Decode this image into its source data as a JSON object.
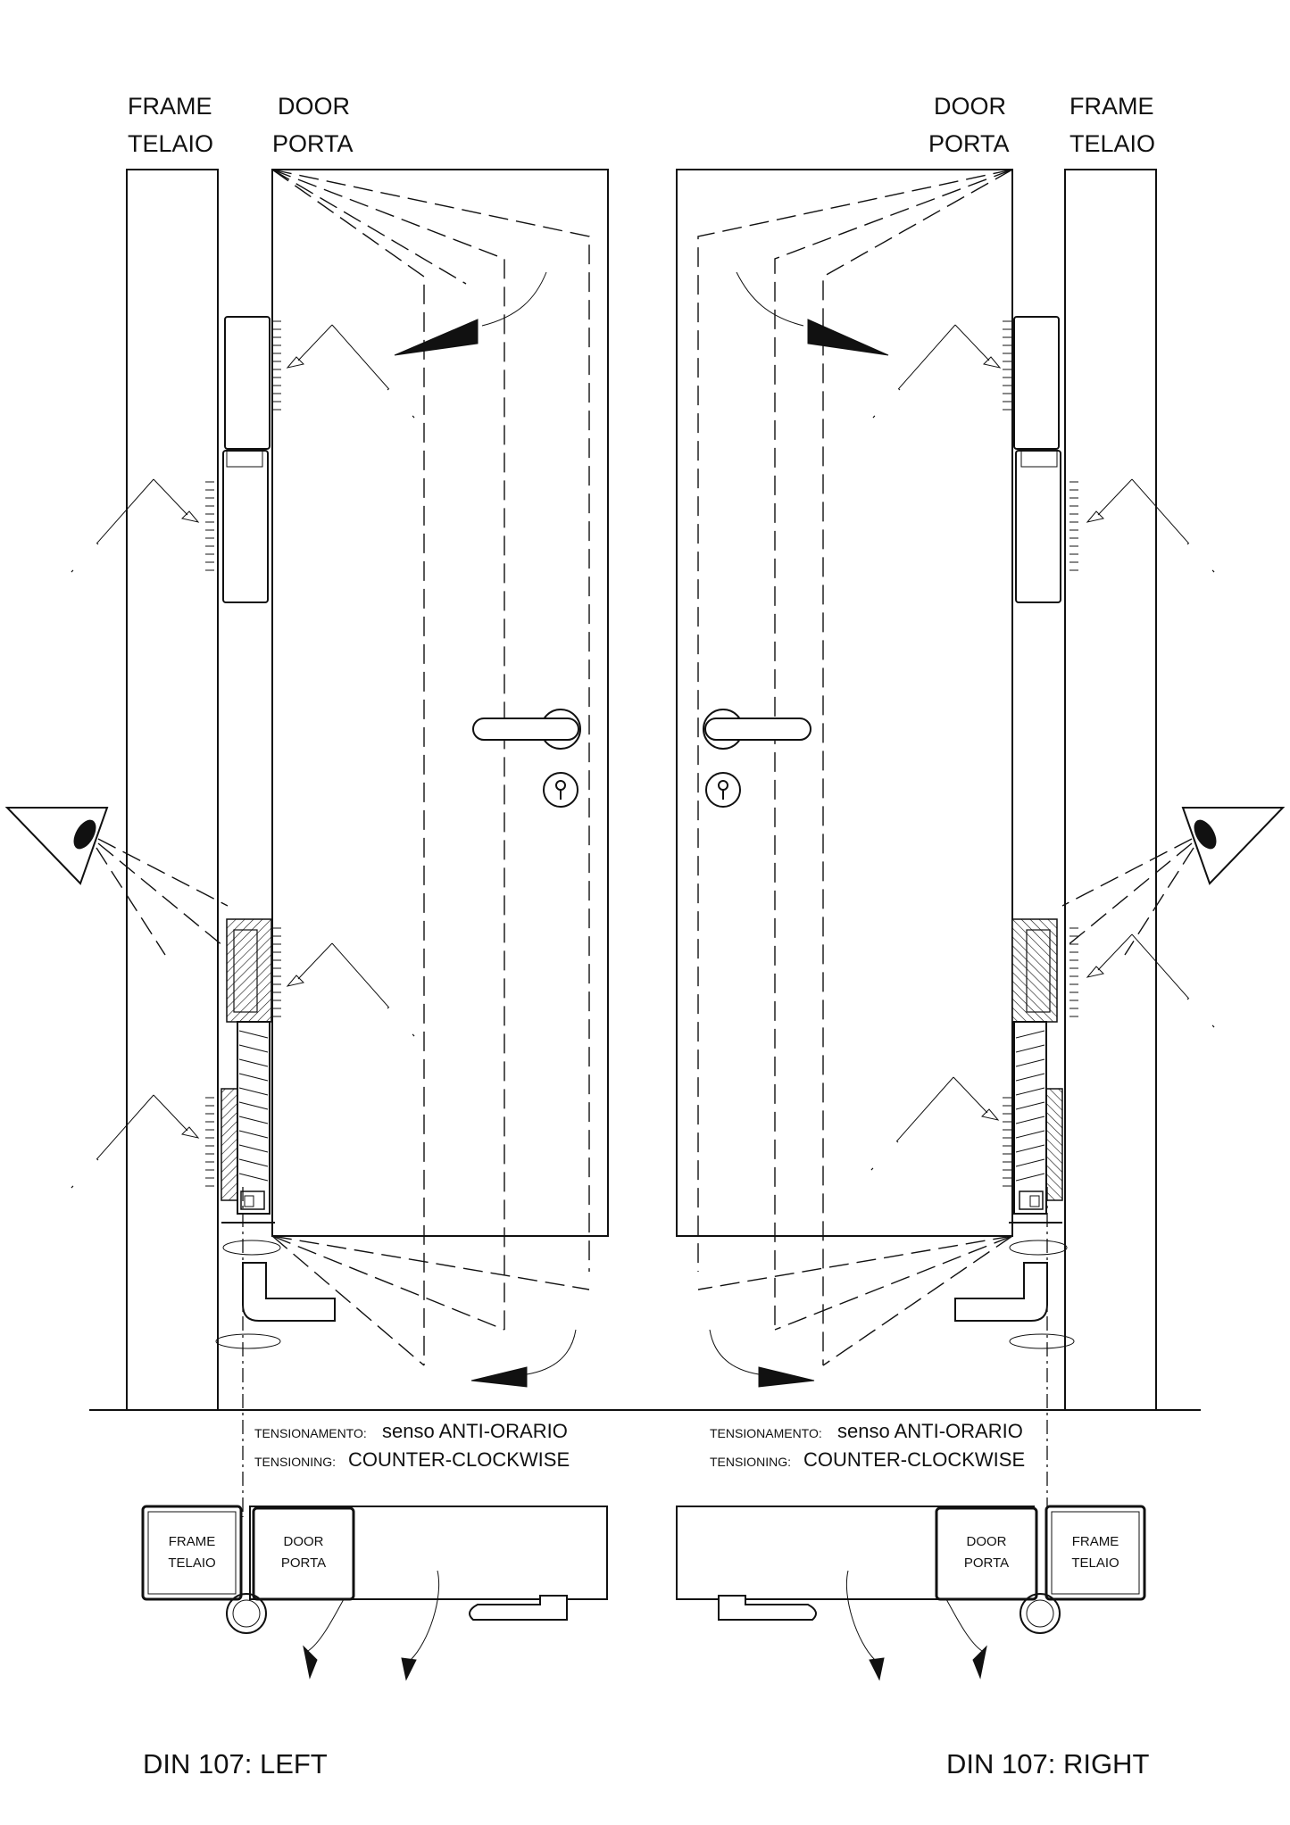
{
  "left": {
    "frame_label_en": "FRAME",
    "frame_label_it": "TELAIO",
    "door_label_en": "DOOR",
    "door_label_it": "PORTA",
    "tension_it_prefix": "TENSIONAMENTO:",
    "tension_it_value": "senso ANTI-ORARIO",
    "tension_en_prefix": "TENSIONING:",
    "tension_en_value": "COUNTER-CLOCKWISE",
    "plan_frame_en": "FRAME",
    "plan_frame_it": "TELAIO",
    "plan_door_en": "DOOR",
    "plan_door_it": "PORTA",
    "din_title": "DIN 107: LEFT"
  },
  "right": {
    "frame_label_en": "FRAME",
    "frame_label_it": "TELAIO",
    "door_label_en": "DOOR",
    "door_label_it": "PORTA",
    "tension_it_prefix": "TENSIONAMENTO:",
    "tension_it_value": "senso ANTI-ORARIO",
    "tension_en_prefix": "TENSIONING:",
    "tension_en_value": "COUNTER-CLOCKWISE",
    "plan_frame_en": "FRAME",
    "plan_frame_it": "TELAIO",
    "plan_door_en": "DOOR",
    "plan_door_it": "PORTA",
    "din_title": "DIN 107: RIGHT"
  },
  "icons": [
    "eye-icon",
    "screwdriver-icon",
    "hex-key-icon",
    "rotation-arrow-icon",
    "door-handle-icon",
    "keyhole-icon"
  ]
}
